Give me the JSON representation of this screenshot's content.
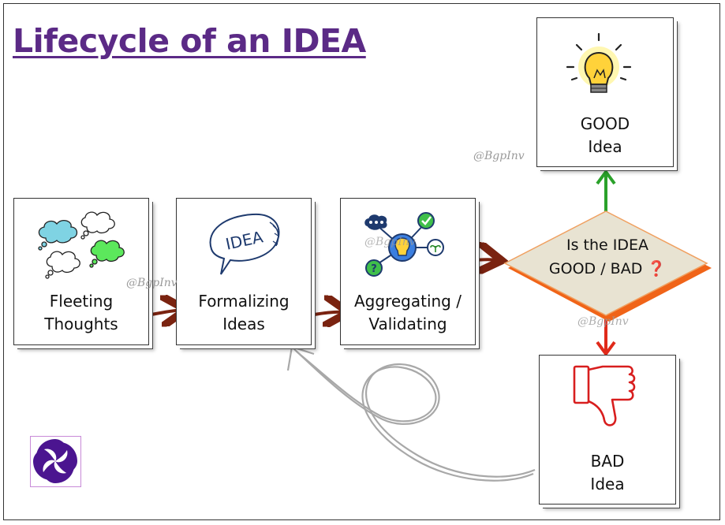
{
  "title": "Lifecycle of an IDEA",
  "nodes": {
    "fleeting": {
      "line1": "Fleeting",
      "line2": "Thoughts"
    },
    "formalizing": {
      "line1": "Formalizing",
      "line2": "Ideas"
    },
    "aggregating": {
      "line1": "Aggregating /",
      "line2": "Validating"
    },
    "decision": {
      "line1": "Is the IDEA",
      "line2": "GOOD / BAD",
      "mark": "❓"
    },
    "good": {
      "line1": "GOOD",
      "line2": "Idea"
    },
    "bad": {
      "line1": "BAD",
      "line2": "Idea"
    }
  },
  "icon_sketch_text": "IDEA",
  "watermark": "@BgpInv",
  "colors": {
    "title": "#5b2a86",
    "arrow_main": "#7a2310",
    "arrow_good": "#2aa12a",
    "arrow_bad": "#e02a1a",
    "diamond_fill": "#e8e3d2",
    "diamond_edge": "#f07a1a",
    "logo": "#4b1590"
  },
  "icons": [
    "thought-clouds-icon",
    "idea-sketch-icon",
    "network-hub-icon",
    "light-bulb-icon",
    "thumbs-down-icon",
    "brand-logo-icon"
  ]
}
